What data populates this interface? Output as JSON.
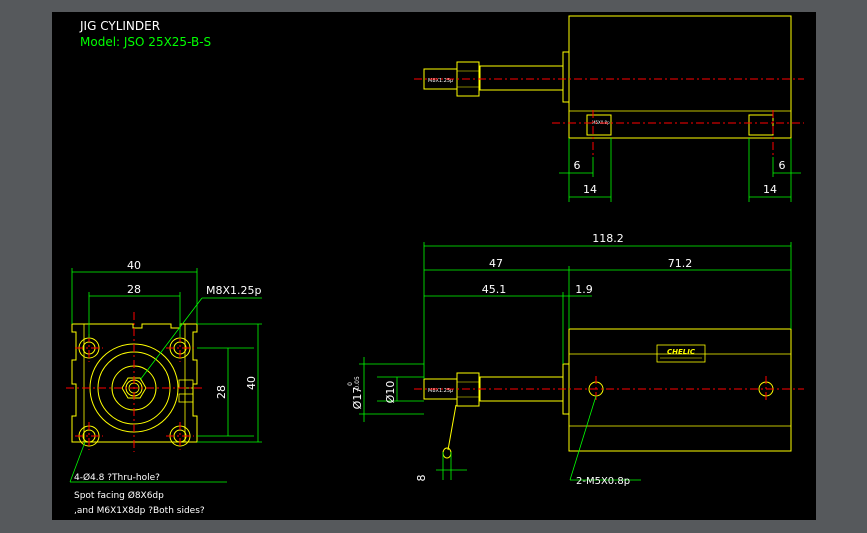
{
  "title": {
    "line1": "JIG CYLINDER",
    "line2": "Model: JSO 25X25-B-S"
  },
  "colors": {
    "background": "#000000",
    "frame": "#56595c",
    "outline": "#ffff00",
    "dimension": "#00ff00",
    "centerline": "#ff0000",
    "text_white": "#ffffff"
  },
  "front_view": {
    "dim_overall_width": "40",
    "dim_hole_pitch": "28",
    "dim_thread": "M8X1.25p",
    "dim_height_inner": "28",
    "dim_height_outer": "40",
    "note_line1": "4-Ø4.8 ?Thru-hole?",
    "note_line2": "Spot facing  Ø8X6dp",
    "note_line3": ",and M6X1X8dp ?Both sides?"
  },
  "top_view": {
    "dim_left_6": "6",
    "dim_right_6": "6",
    "dim_left_14": "14",
    "dim_right_14": "14",
    "rod_label": "M8X1.25p",
    "port_label": "M5X0.8p"
  },
  "side_view": {
    "dim_overall": "118.2",
    "dim_47": "47",
    "dim_71_2": "71.2",
    "dim_45_1": "45.1",
    "dim_1_9": "1.9",
    "dim_dia_rod": "Ø10",
    "dim_dia_17": "Ø17",
    "tol_upper": "0",
    "tol_lower": "-0.05",
    "dim_8": "8",
    "port_note": "2-M5X0.8p",
    "brand": "CHELIC",
    "rod_label": "M8X1.25p"
  }
}
